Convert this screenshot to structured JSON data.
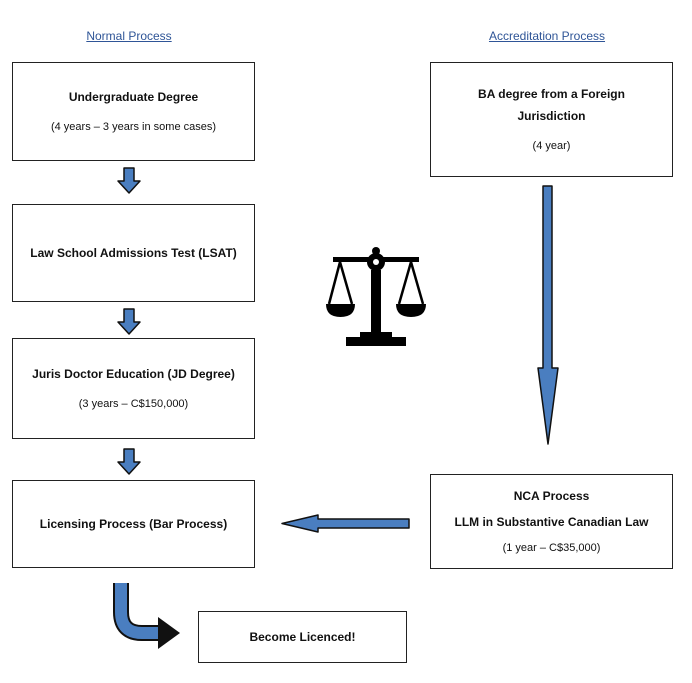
{
  "headers": {
    "normal": "Normal Process",
    "accreditation": "Accreditation Process"
  },
  "normal_process": {
    "step1": {
      "title": "Undergraduate Degree",
      "detail": "(4 years – 3 years in some cases)"
    },
    "step2": {
      "title": "Law School Admissions Test (LSAT)"
    },
    "step3": {
      "title": "Juris Doctor Education (JD Degree)",
      "detail": "(3 years – C$150,000)"
    },
    "step4": {
      "title": "Licensing Process (Bar Process)"
    }
  },
  "accreditation_process": {
    "step1": {
      "title_line1": "BA degree from a Foreign",
      "title_line2": "Jurisdiction",
      "detail": "(4 year)"
    },
    "step2": {
      "title_line1": "NCA Process",
      "title_line2": "LLM in Substantive Canadian Law",
      "detail": "(1 year – C$35,000)"
    }
  },
  "outcome": {
    "title": "Become Licenced!"
  },
  "icons": {
    "center": "scales-of-justice-icon"
  },
  "colors": {
    "arrow_fill": "#4a7ec0",
    "arrow_outline": "#111111",
    "header": "#2f5597"
  }
}
